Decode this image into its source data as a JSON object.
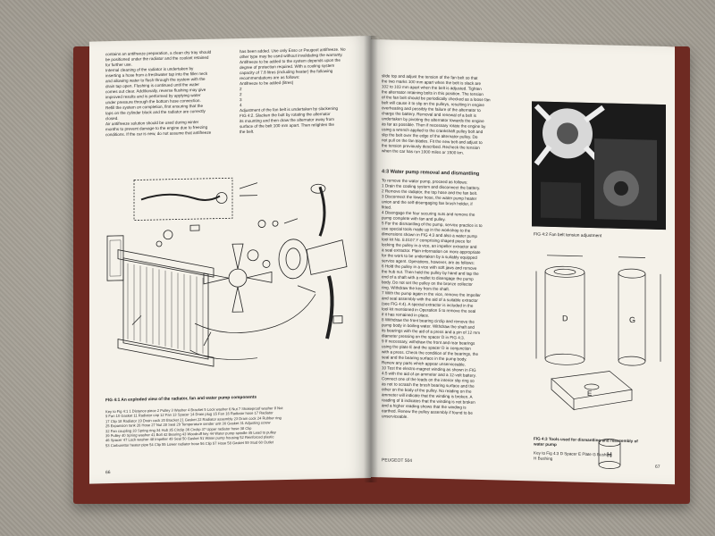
{
  "left_page": {
    "col1_lines": [
      "contains an antifreeze preparation, a clean dry tray should",
      "be positioned under the radiator and the coolant retained",
      "for further use.",
      "Internal cleaning of the radiator is undertaken by",
      "inserting a hose from a freshwater tap into the filler neck",
      "and allowing water to flush through the system with the",
      "drain tap open. Flushing is continued until the water",
      "comes out clear. Additionally, reverse flushing may give",
      "improved results and is performed by applying water",
      "under pressure through the bottom hose connection.",
      "Refill the system on completion, first ensuring that the",
      "taps on the cylinder block and the radiator are correctly",
      "closed.",
      "Air antifreeze solution should be used during winter",
      "months to prevent damage to the engine due to freezing",
      "conditions. If the car is new, do not assume that antifreeze"
    ],
    "col2_lines": [
      "has been added. Use only Esso or Peugeot antifreeze. No",
      "other type may be used without invalidating the warranty.",
      "Antifreeze to be added to the system depends upon the",
      "degree of protection required. With a cooling system",
      "capacity of 7.8 litres (including heater) the following",
      "recommendations are as follows:",
      "Antifreeze to be added (litres)",
      "2",
      "2",
      "3",
      "4",
      "Adjustment of the fan belt is undertaken by slackening",
      "FIG 4:2. Slacken the bolt by rotating the alternator",
      "its mounting and then draw the alternator away from",
      "surface of the belt 100 mm apart. Then retighten the",
      "the belt."
    ],
    "fig_caption": "FIG 4:1  An exploded view of the radiator, fan and water pump components",
    "key_lines": [
      "Key to Fig 4:1   1 Distance piece   2 Pulley   3 Washer   4 Bracket   5 Lock washer   6 Nut   7 Shakeproof washer   8 Nut",
      "9 Fan   10 Gasket   11 Radiator cap   12 Fan   13 Spacer   14 Drain plug   15 Fan   16 Radiator hose   17 Radiator",
      "17 Clip   18 Radiator   19 Drain cock   20 Bracket   21 Gasket   22 Radiator assembly   23 Drain cock   24 Rubber ring",
      "25 Expansion tank   26 Hose   27 Nut   28 Seal   29 Temperature sender unit   30 Gasket   31 Adjusting screw",
      "32 Fan coupling   33 Spring ring   34 Hub   35 Circlip   36 Circlip   37 Upper radiator hose   38 Clip",
      "39 Pulley   40 Spring washer   41 Bolt   42 Bearing   43 Woodruff key   44 Water pump spindle   45 Lead to pulley",
      "46 Spacer   47 Lock washer   48 Impeller   49 Seal   50 Gasket   51 Water pump housing   52 Reinforced plastic",
      "53 Carburettor heater pipe   54 Clip   55 Lower radiator hose   56 Clip   57 Hose   58 Gasket   59 Stud   60 Outlet"
    ],
    "page_number": "66"
  },
  "right_page": {
    "col_top_lines": [
      "slide top and adjust the tension of the fan belt so that",
      "the two marks 100 mm apart when the belt is slack are",
      "102 to 103 mm apart when the belt is adjusted. Tighten",
      "the alternator retaining bolts in this position. The tension",
      "of the fan belt should be periodically checked as a loose fan",
      "belt will cause it to slip on the pulleys, resulting in engine",
      "overheating and possibly the failure of the alternator to",
      "charge the battery. Removal and renewal of a belt is",
      "undertaken by pivoting the alternator towards the engine",
      "as far as possible. Then if necessary rotate the engine by",
      "using a wrench applied to the crankshaft pulley bolt and",
      "slip the belt over the edge of the alternator pulley. Do",
      "not pull on the fan blades. Fit the new belt and adjust to",
      "the tension previously described. Recheck the tension",
      "when the car has run 1000 miles or 1500 km."
    ],
    "section_heading": "4:3  Water pump removal and dismantling",
    "col_body_lines": [
      "To remove the water pump, proceed as follows:",
      "1 Drain the cooling system and disconnect the battery.",
      "2 Remove the radiator, the top hose and the fan belt.",
      "3 Disconnect the lower hose, the water pump heater",
      "  union and the self-disengaging fan brush holder, if",
      "  fitted.",
      "4 Disengage the four securing nuts and remove the",
      "  pump complete with fan and pulley.",
      "5 For the dismantling of the pump, service practice is to",
      "  use special tools made up in the workshop to the",
      "  dimensions shown in FIG 4:3 and also a water pump",
      "  tool kit No. 8.0107.Y comprising shaped piece for",
      "  locking the pulley in a vice, an impeller extractor and",
      "  a seal extractor. Plain information on more appropriate",
      "  for the work to be undertaken by a suitably equipped",
      "  service agent. Operations, however, are as follows:",
      "6 Hold the pulley in a vice with soft jaws and remove",
      "  the hub nut. Then hold the pulley by hand and tap the",
      "  end of a shaft with a mallet to disengage the pump",
      "  body. Do not set the pulley on the bronze collector",
      "  ring. Withdraw the key from the shaft.",
      "7 With the pump again in the vice, remove the impeller",
      "  and seal assembly with the aid of a suitable extractor",
      "  (see FIG 4:4). A special extractor is included in the",
      "  tool kit mentioned in Operation 5 to remove the seal",
      "  if it has remained in place.",
      "8 Withdraw the front bearing circlip and remove the",
      "  pump body in boiling water. Withdraw the shaft and",
      "  its bearings with the aid of a press and a pin of 12 mm",
      "  diameter pressing on the spacer D in FIG 4:3.",
      "9 If necessary, withdraw the front and rear bearings",
      "  using the plate E and the spacer D in conjunction",
      "  with a press. Check the condition of the bearings, the",
      "  seal and the bearing surface in the pump body.",
      "  Renew any parts which appear unserviceable.",
      "10 Test the electro-magnet winding as shown in FIG",
      "  4:5 with the aid of an ammeter and a 12-volt battery.",
      "  Connect one of the leads on the interior slip ring so",
      "  as not to scratch the brush bearing surface and the",
      "  other on the body of the pulley. No reading on the",
      "  ammeter will indicate that the winding is broken. A",
      "  reading of 8 indicates that the winding is not broken",
      "  and a higher reading shows that the winding is",
      "  earthed. Renew the pulley assembly if found to be",
      "  unserviceable."
    ],
    "photo_caption": "FIG 4:2   Fan belt tension adjustment",
    "tools_caption_lines": [
      "FIG 4:3   Tools used for dismantling and reassembly of",
      "water pump"
    ],
    "tools_key_lines": [
      "Key to Fig 4:3    D Spacer    E Plate    G Bushing",
      "H Bushing"
    ],
    "tool_labels": [
      "D",
      "E",
      "G",
      "H"
    ],
    "footer_title": "PEUGEOT 504",
    "page_number": "67"
  }
}
